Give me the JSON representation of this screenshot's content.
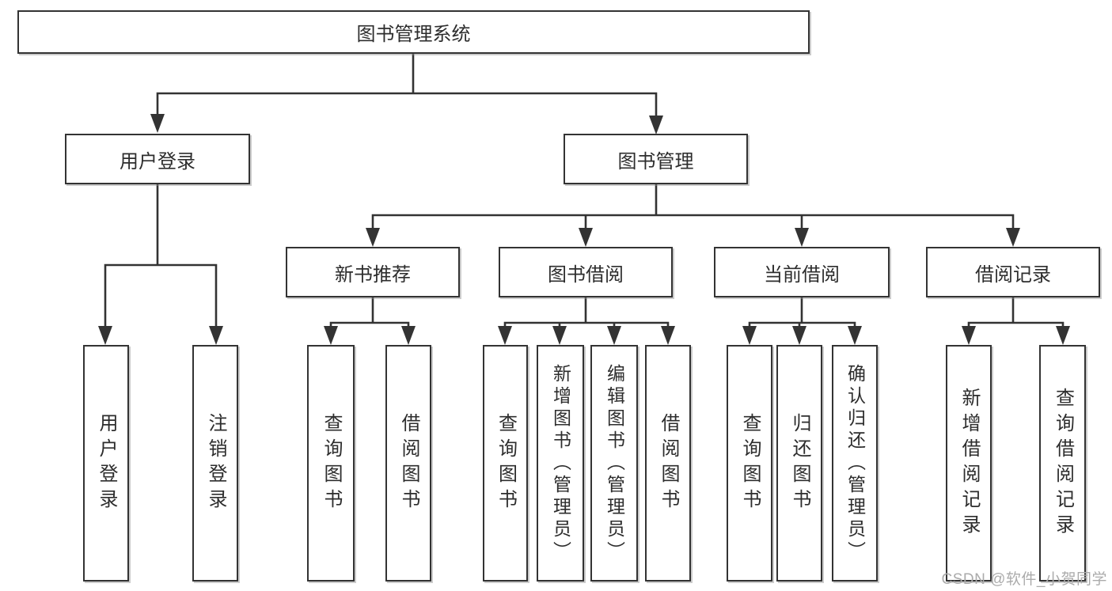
{
  "diagram": {
    "root": {
      "label": "图书管理系统"
    },
    "level2": {
      "user_login": {
        "label": "用户登录"
      },
      "book_management": {
        "label": "图书管理"
      }
    },
    "level3": {
      "new_book": {
        "label": "新书推荐"
      },
      "book_borrow": {
        "label": "图书借阅"
      },
      "current_borrow": {
        "label": "当前借阅"
      },
      "borrow_record": {
        "label": "借阅记录"
      }
    },
    "leaves": {
      "user_login_1": {
        "label": "用户登录"
      },
      "user_login_2": {
        "label": "注销登录"
      },
      "new_book_1": {
        "label": "查询图书"
      },
      "new_book_2": {
        "label": "借阅图书"
      },
      "book_borrow_1": {
        "label": "查询图书"
      },
      "book_borrow_2": {
        "label": "新增图书（管理员）"
      },
      "book_borrow_3": {
        "label": "编辑图书（管理员）"
      },
      "book_borrow_4": {
        "label": "借阅图书"
      },
      "current_borrow_1": {
        "label": "查询图书"
      },
      "current_borrow_2": {
        "label": "归还图书"
      },
      "current_borrow_3": {
        "label": "确认归还（管理员）"
      },
      "borrow_record_1": {
        "label": "新增借阅记录"
      },
      "borrow_record_2": {
        "label": "查询借阅记录"
      }
    }
  },
  "watermark": {
    "text": "CSDN @软件_小贺同学"
  },
  "colors": {
    "line": "#333333",
    "text": "#2d2d2d",
    "background": "#ffffff",
    "watermark": "#ababab"
  }
}
